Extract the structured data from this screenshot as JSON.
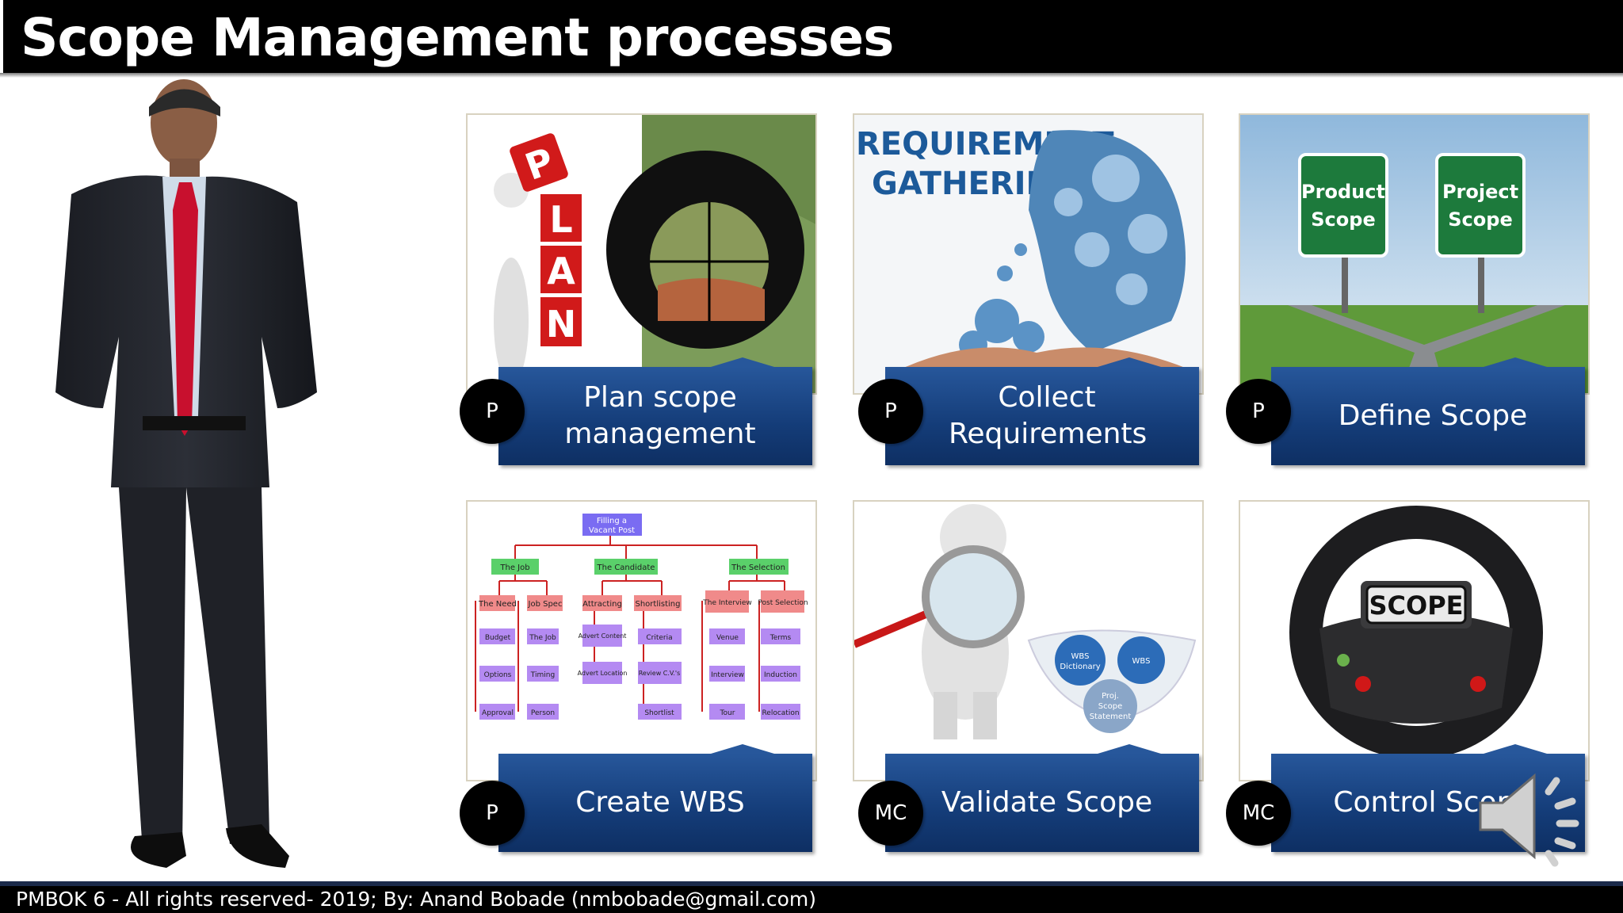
{
  "slide": {
    "title": "Scope Management processes",
    "footer": "PMBOK 6 - All rights reserved- 2019; By: Anand Bobade (nmbobade@gmail.com)"
  },
  "processes": [
    {
      "label": "Plan scope management",
      "badge": "P"
    },
    {
      "label": "Collect Requirements",
      "badge": "P"
    },
    {
      "label": "Define Scope",
      "badge": "P"
    },
    {
      "label": "Create WBS",
      "badge": "P"
    },
    {
      "label": "Validate Scope",
      "badge": "MC"
    },
    {
      "label": "Control Scope",
      "badge": "MC"
    }
  ],
  "images": {
    "plan": {
      "letters": [
        "P",
        "L",
        "A",
        "N"
      ]
    },
    "requirement": {
      "line1": "REQUIREMENT",
      "line2": "GATHERING"
    },
    "define": {
      "sign1_line1": "Product",
      "sign1_line2": "Scope",
      "sign2_line1": "Project",
      "sign2_line2": "Scope"
    },
    "wbs": {
      "root1": "Filling a",
      "root2": "Vacant Post",
      "l2": [
        "The Job",
        "The Candidate",
        "The Selection"
      ],
      "l3": [
        "The Need",
        "Job Spec",
        "Attracting",
        "Shortlisting",
        "The Interview",
        "Post Selection"
      ],
      "l4": [
        "Budget",
        "The Job",
        "Advert Content",
        "Criteria",
        "Venue",
        "Terms",
        "Options",
        "Timing",
        "Advert Location",
        "Review C.V.'s",
        "Interview",
        "Induction",
        "Approval",
        "Person",
        "Shortlist",
        "Tour",
        "Relocation"
      ]
    },
    "validate": {
      "b1a": "WBS",
      "b1b": "Dictionary",
      "b2": "WBS",
      "b3a": "Proj.",
      "b3b": "Scope",
      "b3c": "Statement"
    },
    "control": {
      "wheel_text": "SCOPE"
    }
  },
  "colors": {
    "title_bg": "#000000",
    "label_bg": "#143c78",
    "badge_bg": "#000000"
  },
  "icons": [
    "speaker-icon"
  ]
}
